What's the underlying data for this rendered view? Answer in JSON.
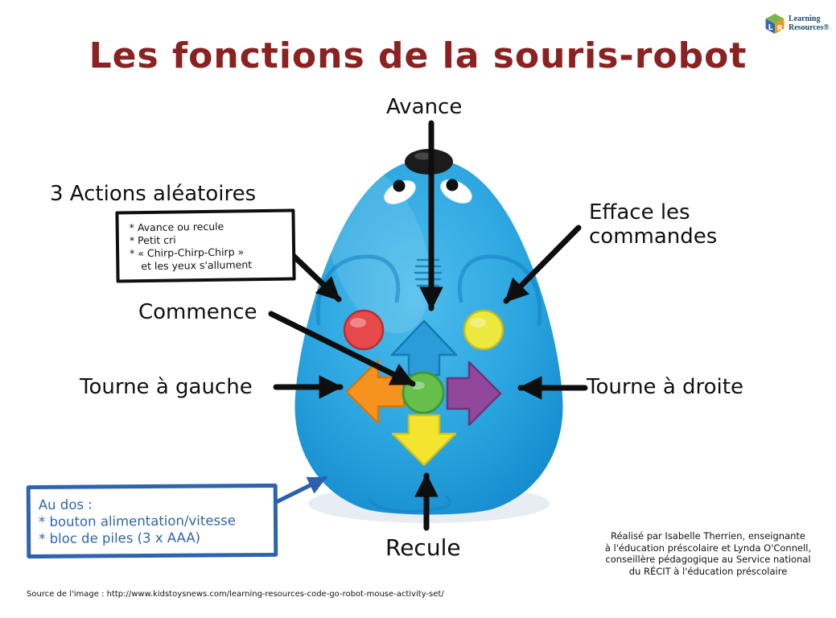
{
  "title": "Les fonctions de la souris-robot",
  "logo": {
    "line1": "Learning",
    "line2": "Resources®",
    "cube_letters": [
      "L",
      "R"
    ]
  },
  "labels": {
    "avance": "Avance",
    "actions_title": "3 Actions aléatoires",
    "actions_lines": [
      "* Avance ou recule",
      "* Petit cri",
      "* « Chirp-Chirp-Chirp »",
      "et les yeux s'allument"
    ],
    "efface": "Efface les commandes",
    "commence": "Commence",
    "tourne_gauche": "Tourne à gauche",
    "tourne_droite": "Tourne à droite",
    "recule": "Recule",
    "au_dos_lines": [
      "Au dos :",
      "* bouton alimentation/vitesse",
      "* bloc de piles (3 x AAA)"
    ]
  },
  "credit_lines": [
    "Réalisé par Isabelle Therrien, enseignante",
    "à l'éducation préscolaire et Lynda O'Connell,",
    "conseillère pédagogique au Service national",
    "du RÉCIT à l'éducation préscolaire"
  ],
  "source": "Source de l'image : http://www.kidstoysnews.com/learning-resources-code-go-robot-mouse-activity-set/",
  "colors": {
    "title": "#8B2121",
    "annotation_blue": "#2E64AE",
    "body": "#2BA5E0",
    "button_random": "#E8494B",
    "button_clear": "#ECE83D",
    "button_forward": "#2B9BD9",
    "button_left": "#F6921E",
    "button_right": "#91479B",
    "button_go": "#66BE4D",
    "button_backward": "#F3E42F"
  },
  "robot": {
    "buttons": [
      {
        "name": "forward-arrow-button",
        "function": "Avance"
      },
      {
        "name": "backward-arrow-button",
        "function": "Recule"
      },
      {
        "name": "turn-left-arrow-button",
        "function": "Tourne à gauche"
      },
      {
        "name": "turn-right-arrow-button",
        "function": "Tourne à droite"
      },
      {
        "name": "go-button",
        "function": "Commence"
      },
      {
        "name": "random-action-button",
        "function": "3 Actions aléatoires"
      },
      {
        "name": "clear-button",
        "function": "Efface les commandes"
      }
    ]
  }
}
